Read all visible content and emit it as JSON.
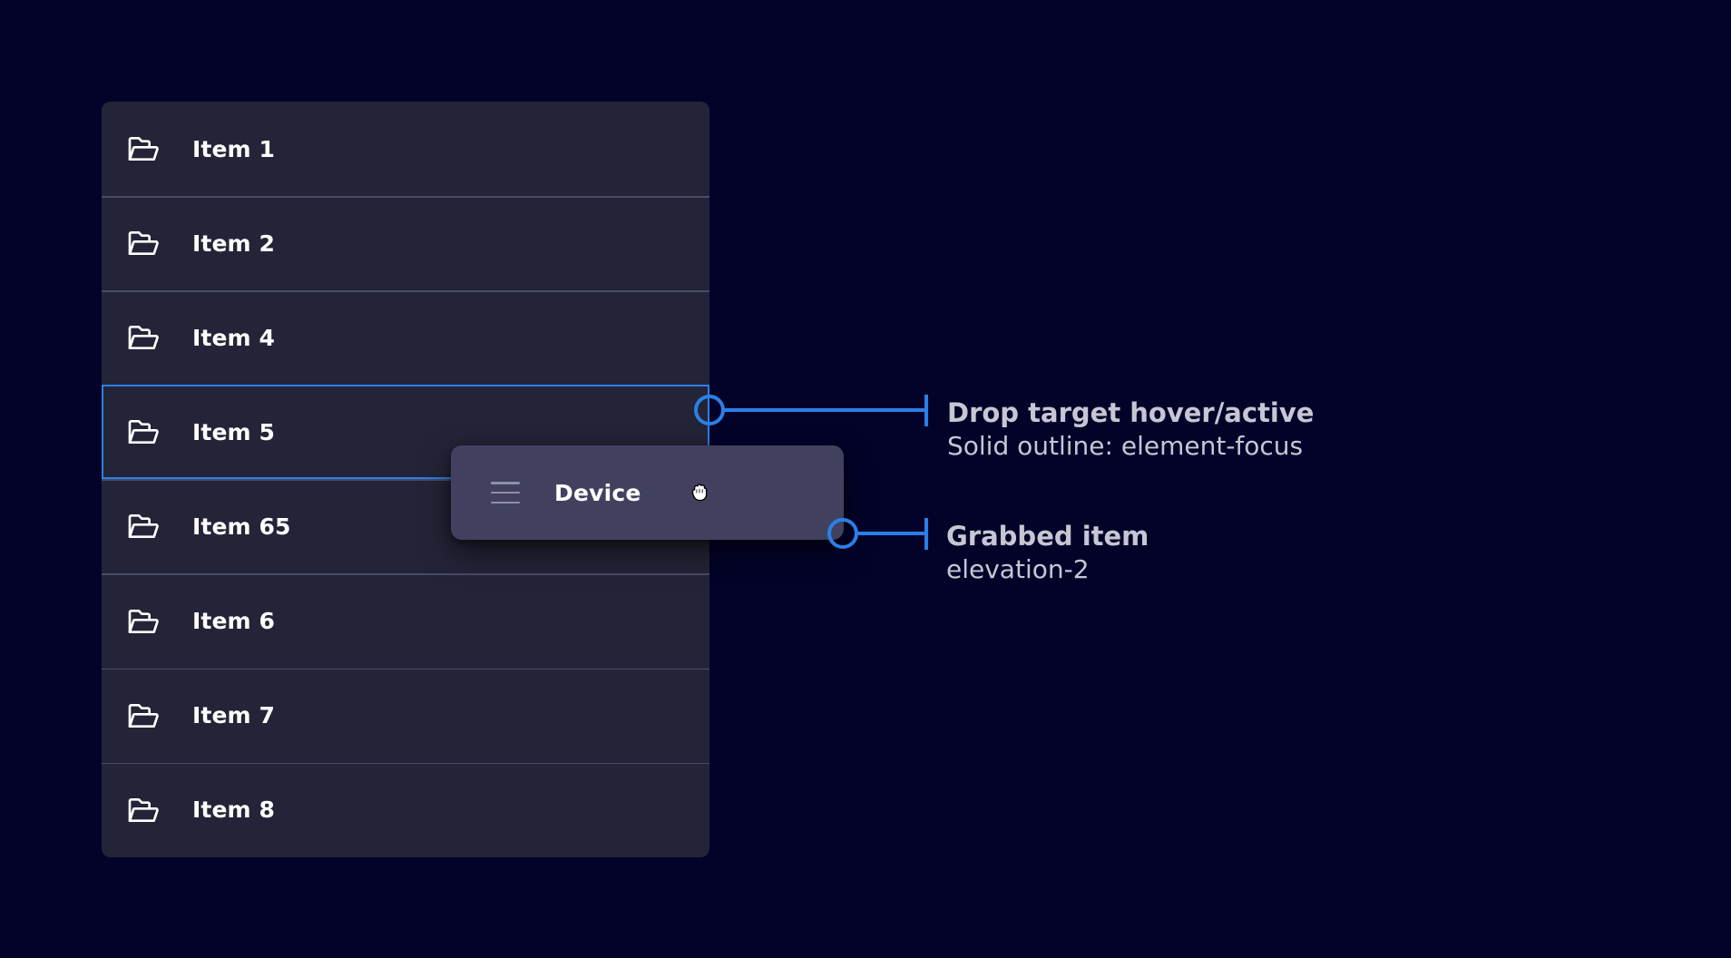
{
  "meta": {
    "background_color": "#03032a",
    "accent_color": "#2b7fe8",
    "panel_color": "#242438",
    "divider_color": "#4a4a68",
    "card_color": "#41415f",
    "text_color": "#ffffff",
    "annotation_text_color": "#c6c6d4"
  },
  "list_panel": {
    "name": "drag-and-drop-list",
    "rows": [
      {
        "label": "Item 1",
        "icon": "folder-open-icon",
        "state": "default"
      },
      {
        "label": "Item 2",
        "icon": "folder-open-icon",
        "state": "default"
      },
      {
        "label": "Item 4",
        "icon": "folder-open-icon",
        "state": "default"
      },
      {
        "label": "Item 5",
        "icon": "folder-open-icon",
        "state": "drop-target-hover-active"
      },
      {
        "label": "Item 65",
        "icon": "folder-open-icon",
        "state": "default"
      },
      {
        "label": "Item 6",
        "icon": "folder-open-icon",
        "state": "default"
      },
      {
        "label": "Item 7",
        "icon": "folder-open-icon",
        "state": "default"
      },
      {
        "label": "Item 8",
        "icon": "folder-open-icon",
        "state": "default"
      }
    ]
  },
  "grabbed_card": {
    "label": "Device",
    "handle_icon": "drag-handle-icon",
    "cursor": "grabbing-hand-cursor",
    "elevation": "elevation-2"
  },
  "callouts": [
    {
      "id": "drop-target",
      "title": "Drop target hover/active",
      "subtitle": "Solid outline: element-focus",
      "marker": "circle",
      "line_color": "#2b7fe8"
    },
    {
      "id": "grabbed-item",
      "title": "Grabbed item",
      "subtitle": "elevation-2",
      "marker": "circle",
      "line_color": "#2b7fe8"
    }
  ]
}
